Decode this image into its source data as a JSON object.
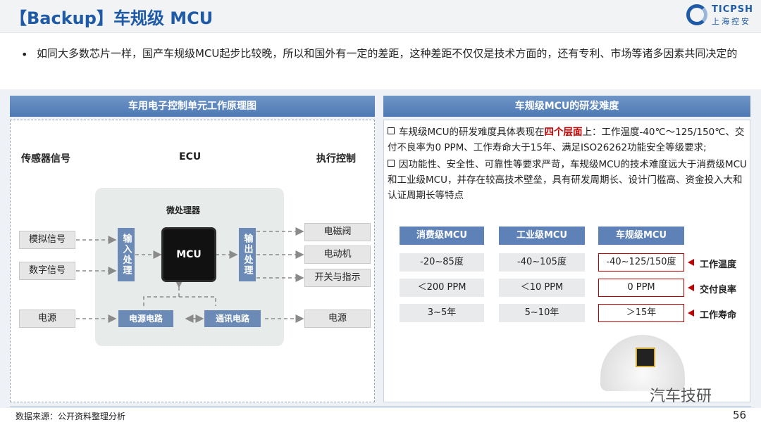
{
  "header": {
    "title": "【Backup】车规级 MCU",
    "logo_en": "TICPSH",
    "logo_cn": "上海控安"
  },
  "bullet": "如同大多数芯片一样，国产车规级MCU起步比较晚，所以和国外有一定的差距，这种差距不仅仅是技术方面的，还有专利、市场等诸多因素共同决定的",
  "left_panel": {
    "title": "车用电子控制单元工作原理图",
    "col_sensor": "传感器信号",
    "col_ecu": "ECU",
    "col_actuator": "执行控制",
    "microprocessor": "微处理器",
    "chip": "MCU",
    "input_proc": "输入处理",
    "output_proc": "输出处理",
    "inputs": [
      "模拟信号",
      "数字信号",
      "电源"
    ],
    "outputs": [
      "电磁阀",
      "电动机",
      "开关与指示",
      "电源"
    ],
    "power_circuit": "电源电路",
    "comm_circuit": "通讯电路"
  },
  "right_panel": {
    "title": "车规级MCU的研发难度",
    "p1_pre": "车规级MCU的研发难度具体表现在",
    "p1_red": "四个层面",
    "p1_post": "上：工作温度-40℃～125/150℃、交付不良率为0 PPM、工作寿命大于15年、满足ISO26262功能安全等级要求;",
    "p2": "因功能性、安全性、可靠性等要求严苛，车规级MCU的技术难度远大于消费级MCU和工业级MCU，并存在较高技术壁垒，具有研发周期长、设计门槛高、资金投入大和认证周期长等特点",
    "table": {
      "headers": [
        "消费级MCU",
        "工业级MCU",
        "车规级MCU"
      ],
      "rows": [
        {
          "values": [
            "-20~85度",
            "-40~105度",
            "-40~125/150度"
          ],
          "label": "工作温度"
        },
        {
          "values": [
            "＜200 PPM",
            "＜10 PPM",
            "0 PPM"
          ],
          "label": "交付良率"
        },
        {
          "values": [
            "3~5年",
            "5~10年",
            "＞15年"
          ],
          "label": "工作寿命"
        }
      ]
    }
  },
  "footer": {
    "source": "数据来源：公开资料整理分析",
    "page": "56",
    "brand": "汽车技研"
  }
}
